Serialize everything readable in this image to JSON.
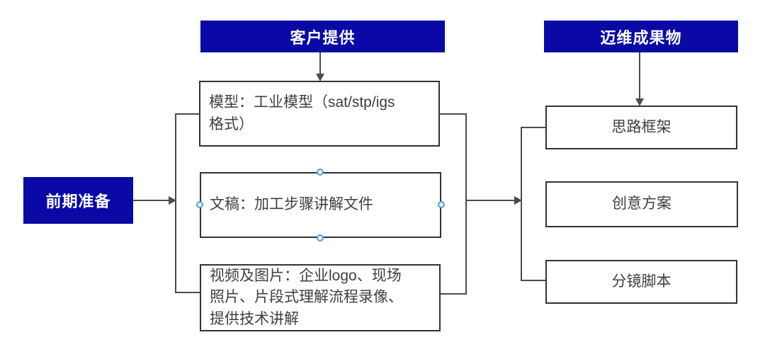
{
  "colors": {
    "header_bg": "#0a09a6",
    "header_text": "#ffffff",
    "box_border": "#333333",
    "box_text": "#3f3f3f",
    "connector": "#4c4c4c",
    "handle_stroke": "#56a0d3",
    "handle_fill": "#eaf4fc",
    "background": "#ffffff"
  },
  "headers": {
    "preparation": "前期准备",
    "customer_provides": "客户提供",
    "deliverables": "迈维成果物"
  },
  "customer_items": [
    {
      "label": "模型：工业模型（sat/stp/igs\n格式）"
    },
    {
      "label": "文稿：加工步骤讲解文件"
    },
    {
      "label": "视频及图片：企业logo、现场\n照片、片段式理解流程录像、\n提供技术讲解"
    }
  ],
  "deliverable_items": [
    {
      "label": "思路框架"
    },
    {
      "label": "创意方案"
    },
    {
      "label": "分镜脚本"
    }
  ]
}
